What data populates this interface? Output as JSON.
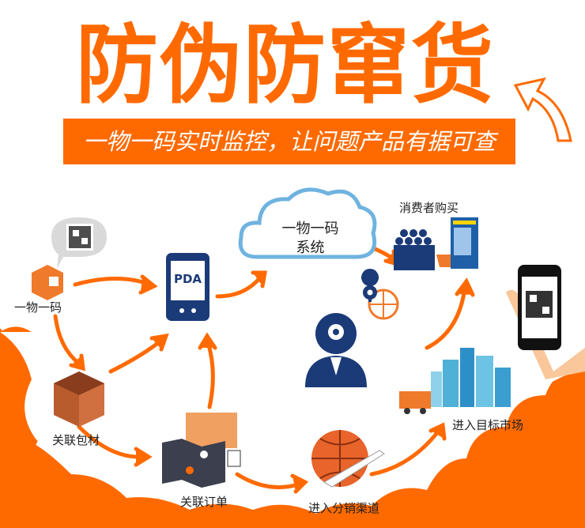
{
  "title": "防伪防窜货",
  "subtitle": "一物一码实时监控，让问题产品有据可查",
  "colors": {
    "accent": "#ff6a00",
    "navy": "#1b3a78",
    "cloud_stroke": "#6fb3e0"
  },
  "nodes": {
    "code": "一物一码",
    "pda": "PDA",
    "cloud_line1": "一物一码",
    "cloud_line2": "系统",
    "consumer": "消费者购买",
    "packaging": "关联包材",
    "order": "关联订单",
    "channel": "进入分销渠道",
    "market": "进入目标市场"
  },
  "icons": [
    "qr-code-icon",
    "box-icon",
    "pda-icon",
    "cloud-icon",
    "consumers-icon",
    "vending-machine-icon",
    "location-globe-icon",
    "manager-gear-icon",
    "phone-scan-icon",
    "city-forklift-icon",
    "open-box-icon",
    "map-boxes-icon",
    "globe-plane-icon",
    "curved-arrow-icon"
  ]
}
